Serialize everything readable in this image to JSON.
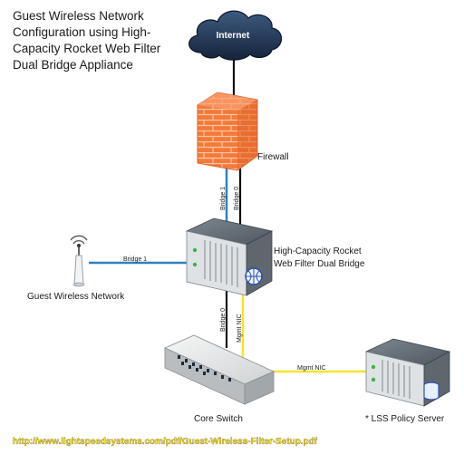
{
  "title_lines": [
    "Guest Wireless Network",
    "Configuration using High-",
    "Capacity Rocket Web Filter",
    "Dual Bridge Appliance"
  ],
  "nodes": {
    "internet": "Internet",
    "firewall": "Firewall",
    "appliance": [
      "High-Capacity Rocket",
      "Web Filter Dual Bridge"
    ],
    "wireless": "Guest Wireless Network",
    "core_switch": "Core Switch",
    "policy_server": "* LSS Policy Server"
  },
  "link_labels": {
    "fw_bridge1": "Bridge 1",
    "fw_bridge0": "Bridge 0",
    "wifi_bridge1": "Bridge 1",
    "switch_bridge0": "Bridge 0",
    "switch_mgmt": "Mgmt NIC",
    "server_mgmt": "Mgmt NIC"
  },
  "source_url": "http://www.lightspeedsystems.com/pdf/Guest-Wireless-Filter-Setup.pdf",
  "colors": {
    "bridge1_link": "#2f7fc1",
    "bridge0_link": "#111111",
    "mgmt_link": "#f2e52a",
    "firewall_brick": "#f47a3a",
    "cloud": "#1e2f4a",
    "url_text": "#f4e83a"
  }
}
